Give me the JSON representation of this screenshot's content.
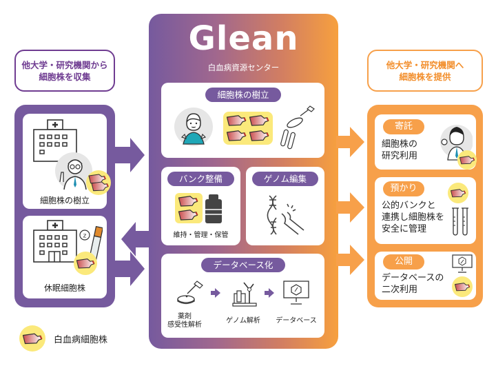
{
  "left": {
    "header": "他大学・研究機関から\n細胞株を収集",
    "cards": [
      {
        "label": "細胞株の樹立"
      },
      {
        "label": "休眠細胞株"
      }
    ]
  },
  "center": {
    "title": "Glean",
    "subtitle": "白血病資源センター",
    "sections": {
      "establish": {
        "title": "細胞株の樹立"
      },
      "bank": {
        "title": "バンク整備",
        "caption": "維持・管理・保管"
      },
      "genome_edit": {
        "title": "ゲノム編集"
      },
      "database": {
        "title": "データベース化",
        "steps": [
          {
            "label": "薬剤\n感受性解析"
          },
          {
            "label": "ゲノム解析"
          },
          {
            "label": "データベース"
          }
        ]
      }
    }
  },
  "right": {
    "header": "他大学・研究機関へ\n細胞株を提供",
    "cards": [
      {
        "badge": "寄託",
        "text": "細胞株の\n研究利用"
      },
      {
        "badge": "預かり",
        "text": "公的バンクと\n連携し細胞株を\n安全に管理"
      },
      {
        "badge": "公開",
        "text": "データベースの\n二次利用"
      }
    ]
  },
  "legend": {
    "label": "白血病細胞株"
  },
  "colors": {
    "purple": "#765a9e",
    "purple_text": "#6f3c91",
    "orange": "#f7a04a",
    "yellow": "#fbe97b"
  }
}
